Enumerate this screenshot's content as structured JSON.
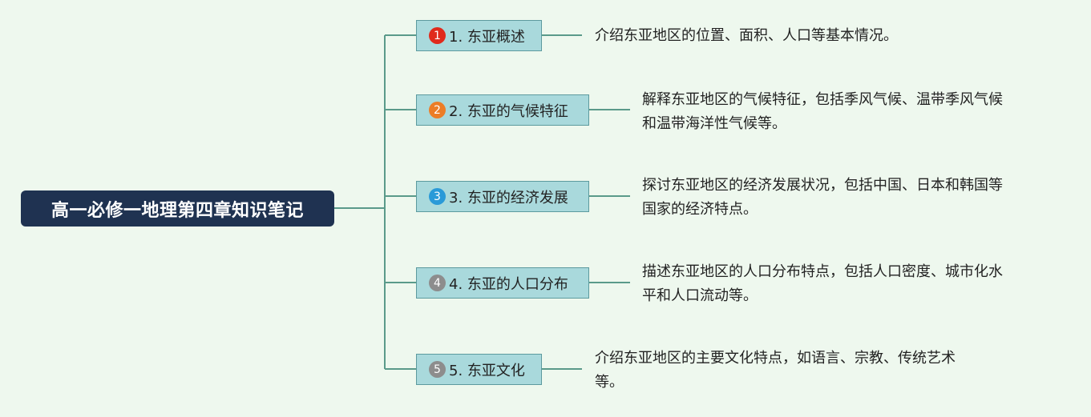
{
  "root": {
    "title": "高一必修一地理第四章知识笔记"
  },
  "colors": {
    "background": "#eef8ee",
    "root_fill": "#1f3251",
    "topic_fill": "#a9d9dc",
    "topic_border": "#5c9a9e",
    "connector": "#5a9a8a"
  },
  "topics": [
    {
      "marker": "1",
      "marker_color": "#e02a1c",
      "label": "1. 东亚概述",
      "description_lines": [
        "介绍东亚地区的位置、面积、人口等基本情况。"
      ]
    },
    {
      "marker": "2",
      "marker_color": "#ec7d27",
      "label": "2. 东亚的气候特征",
      "description_lines": [
        "解释东亚地区的气候特征，包括季风气候、温带季风气候",
        "和温带海洋性气候等。"
      ]
    },
    {
      "marker": "3",
      "marker_color": "#2a9ad8",
      "label": "3. 东亚的经济发展",
      "description_lines": [
        "探讨东亚地区的经济发展状况，包括中国、日本和韩国等",
        "国家的经济特点。"
      ]
    },
    {
      "marker": "4",
      "marker_color": "#8d8d8d",
      "label": "4. 东亚的人口分布",
      "description_lines": [
        "描述东亚地区的人口分布特点，包括人口密度、城市化水",
        "平和人口流动等。"
      ]
    },
    {
      "marker": "5",
      "marker_color": "#8d8d8d",
      "label": "5. 东亚文化",
      "description_lines": [
        "介绍东亚地区的主要文化特点，如语言、宗教、传统艺术",
        "等。"
      ]
    }
  ]
}
